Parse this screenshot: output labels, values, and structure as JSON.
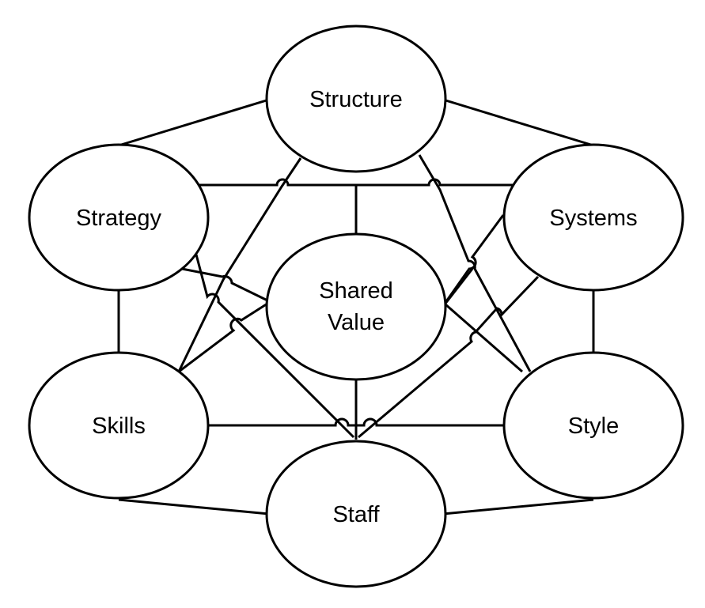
{
  "diagram": {
    "nodes": {
      "structure": {
        "label": "Structure"
      },
      "strategy": {
        "label": "Strategy"
      },
      "systems": {
        "label": "Systems"
      },
      "shared_value": {
        "label_line1": "Shared",
        "label_line2": "Value"
      },
      "skills": {
        "label": "Skills"
      },
      "style": {
        "label": "Style"
      },
      "staff": {
        "label": "Staff"
      }
    }
  }
}
